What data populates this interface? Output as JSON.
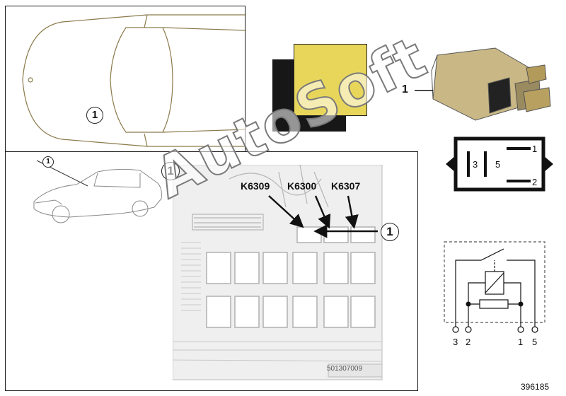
{
  "overview_panel": {
    "callout": "1"
  },
  "fuse_panel": {
    "callout_main": "1",
    "callout_car": "1",
    "callout_pointer": "1",
    "relay_labels": [
      "K6309",
      "K6300",
      "K6307"
    ],
    "plate_code": "501307009"
  },
  "relay_photo": {
    "callout": "1"
  },
  "relay_pinout": {
    "pins": {
      "top_right": "1",
      "bottom_right": "2",
      "left": "3",
      "middle": "5"
    }
  },
  "circuit": {
    "terminals": [
      "3",
      "2",
      "1",
      "5"
    ]
  },
  "watermark": "AutoSoft",
  "image_number": "396185",
  "colors": {
    "yellow_square": "#e8d65a",
    "black_square": "#171717",
    "relay_body": "#c9b886",
    "fuse_panel_bg": "#efefef"
  }
}
